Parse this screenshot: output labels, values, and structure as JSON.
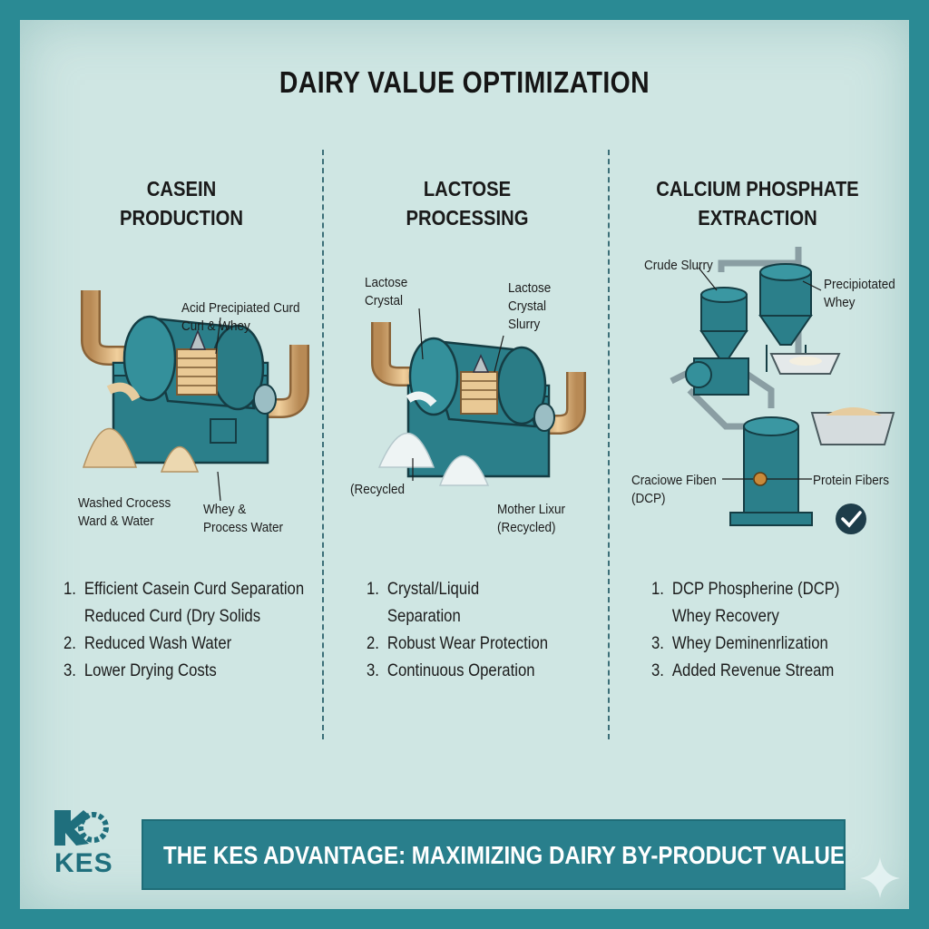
{
  "title": "DAIRY VALUE OPTIMIZATION",
  "columns": [
    {
      "title": "CASEIN\nPRODUCTION",
      "labels": {
        "top": "Acid Precipiated Curd\nCurl & Whey",
        "left_bottom": "Washed Crocess\nWard & Water",
        "right_bottom": "Whey &\nProcess Water"
      },
      "benefits": [
        {
          "num": "1.",
          "text": "Efficient Casein Curd Separation"
        },
        {
          "num": "",
          "text": "Reduced Curd (Dry Solids"
        },
        {
          "num": "2.",
          "text": "Reduced Wash Water"
        },
        {
          "num": "3.",
          "text": "Lower Drying Costs"
        }
      ]
    },
    {
      "title": "LACTOSE\nPROCESSING",
      "labels": {
        "top_left": "Lactose\nCrystal",
        "top_right": "Lactose\nCrystal\nSlurry",
        "bottom_left": "(Recycled",
        "bottom_right": "Mother Lixur\n(Recycled)"
      },
      "benefits": [
        {
          "num": "1.",
          "text": "Crystal/Liquid"
        },
        {
          "num": "",
          "text": "Separation"
        },
        {
          "num": "2.",
          "text": "Robust Wear Protection"
        },
        {
          "num": "3.",
          "text": "Continuous Operation"
        }
      ]
    },
    {
      "title": "CALCIUM PHOSPHATE\nEXTRACTION",
      "labels": {
        "top_left": "Crude Slurry",
        "top_right": "Precipiotated\nWhey",
        "bottom_left": "Craciowe Fiben\n(DCP)",
        "bottom_right": "Protein Fibers"
      },
      "benefits": [
        {
          "num": "1.",
          "text": "DCP Phospherine (DCP)"
        },
        {
          "num": "",
          "text": "Whey Recovery"
        },
        {
          "num": "3.",
          "text": "Whey Deminenrlization"
        },
        {
          "num": "3.",
          "text": "Added Revenue Stream"
        }
      ]
    }
  ],
  "banner": "THE KES ADVANTAGE: MAXIMIZING DAIRY BY-PRODUCT VALUE",
  "logo": "KES",
  "colors": {
    "background": "#2a8a94",
    "panel": "#cfe6e3",
    "machine": "#2b7f8a",
    "pipe": "#d6ae78",
    "banner": "#297f8c"
  },
  "icons": {
    "check": "check-circle-icon",
    "sparkle": "sparkle-icon",
    "gear": "gear-icon"
  }
}
